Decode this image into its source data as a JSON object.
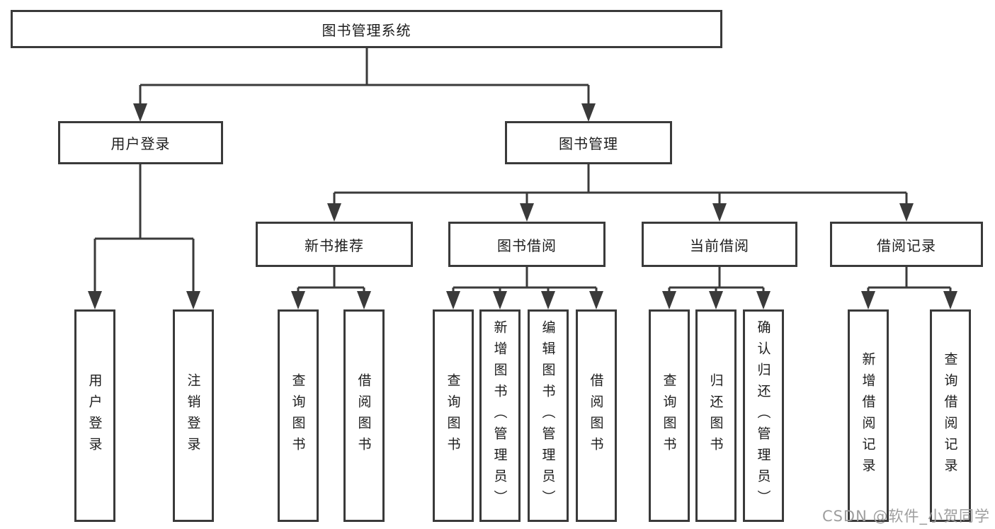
{
  "tree": {
    "label": "图书管理系统",
    "children": [
      {
        "label": "用户登录",
        "children": [
          {
            "label": "用户登录"
          },
          {
            "label": "注销登录"
          }
        ]
      },
      {
        "label": "图书管理",
        "children": [
          {
            "label": "新书推荐",
            "children": [
              {
                "label": "查询图书"
              },
              {
                "label": "借阅图书"
              }
            ]
          },
          {
            "label": "图书借阅",
            "children": [
              {
                "label": "查询图书"
              },
              {
                "label": "新增图书（管理员）"
              },
              {
                "label": "编辑图书（管理员）"
              },
              {
                "label": "借阅图书"
              }
            ]
          },
          {
            "label": "当前借阅",
            "children": [
              {
                "label": "查询图书"
              },
              {
                "label": "归还图书"
              },
              {
                "label": "确认归还（管理员）"
              }
            ]
          },
          {
            "label": "借阅记录",
            "children": [
              {
                "label": "新增借阅记录"
              },
              {
                "label": "查询借阅记录"
              }
            ]
          }
        ]
      }
    ]
  },
  "watermark": {
    "text": "CSDN @软件_小贺同学"
  },
  "colors": {
    "line": "#3a3a3a",
    "box_border": "#3a3a3a",
    "text": "#1d1d1d",
    "watermark": "#9e9e9e",
    "background": "#ffffff"
  }
}
